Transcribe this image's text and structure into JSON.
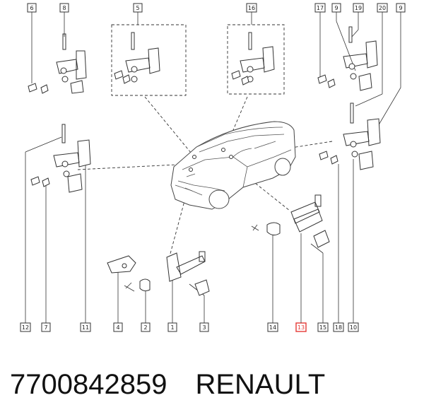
{
  "top_callouts": [
    "6",
    "8",
    "5",
    "16",
    "17",
    "9",
    "19",
    "20",
    "9"
  ],
  "bottom_callouts": [
    "12",
    "7",
    "11",
    "4",
    "2",
    "1",
    "3",
    "14",
    "13",
    "15",
    "18",
    "10"
  ],
  "highlighted_callout": "13",
  "footer": {
    "part_number": "7700842859",
    "brand": "RENAULT"
  },
  "colors": {
    "highlight": "#e53935",
    "line": "#333333"
  }
}
